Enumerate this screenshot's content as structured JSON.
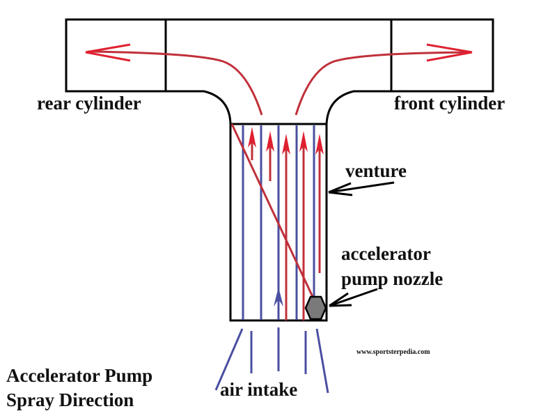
{
  "title": {
    "line1": "Accelerator Pump",
    "line2": "Spray Direction"
  },
  "labels": {
    "rear_cylinder": "rear cylinder",
    "front_cylinder": "front cylinder",
    "venture": "venture",
    "nozzle_line1": "accelerator",
    "nozzle_line2": "pump nozzle",
    "air_intake": "air intake"
  },
  "watermark": "www.sportsterpedia.com",
  "colors": {
    "outline": "#000000",
    "fuel_flow": "#c0303a",
    "air_flow": "#4a4fa0",
    "nozzle_fill": "#7a7a7a"
  }
}
